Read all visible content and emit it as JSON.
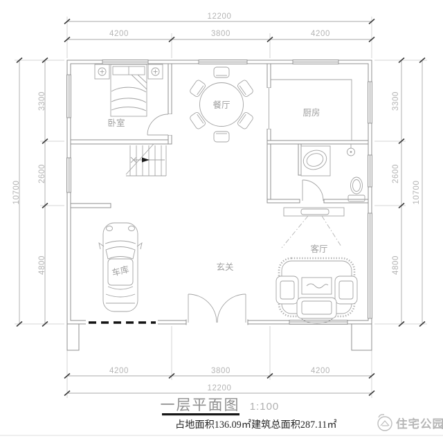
{
  "drawing": {
    "title": "一层平面图",
    "scale": "1:100",
    "footer_area_text": "占地面积136.09㎡建筑总面积287.11㎡",
    "brand": "住宅公园"
  },
  "colors": {
    "line_gray": "#8f8f8f",
    "dim_text_gray": "#b4b4b4",
    "accent_black": "#141414",
    "background": "#ffffff"
  },
  "dimensions": {
    "top": {
      "total": "12200",
      "segments": [
        "4200",
        "3800",
        "4200"
      ]
    },
    "bottom": {
      "total": "12200",
      "segments": [
        "4200",
        "3800",
        "4200"
      ]
    },
    "left": {
      "total": "10700",
      "segments": [
        "3300",
        "2600",
        "4800"
      ]
    },
    "right": {
      "total": "10700",
      "segments": [
        "3300",
        "2600",
        "4800"
      ]
    }
  },
  "rooms": {
    "bedroom": "卧室",
    "dining": "餐厅",
    "kitchen": "厨房",
    "garage": "车库",
    "foyer": "玄关",
    "living": "客厅"
  }
}
